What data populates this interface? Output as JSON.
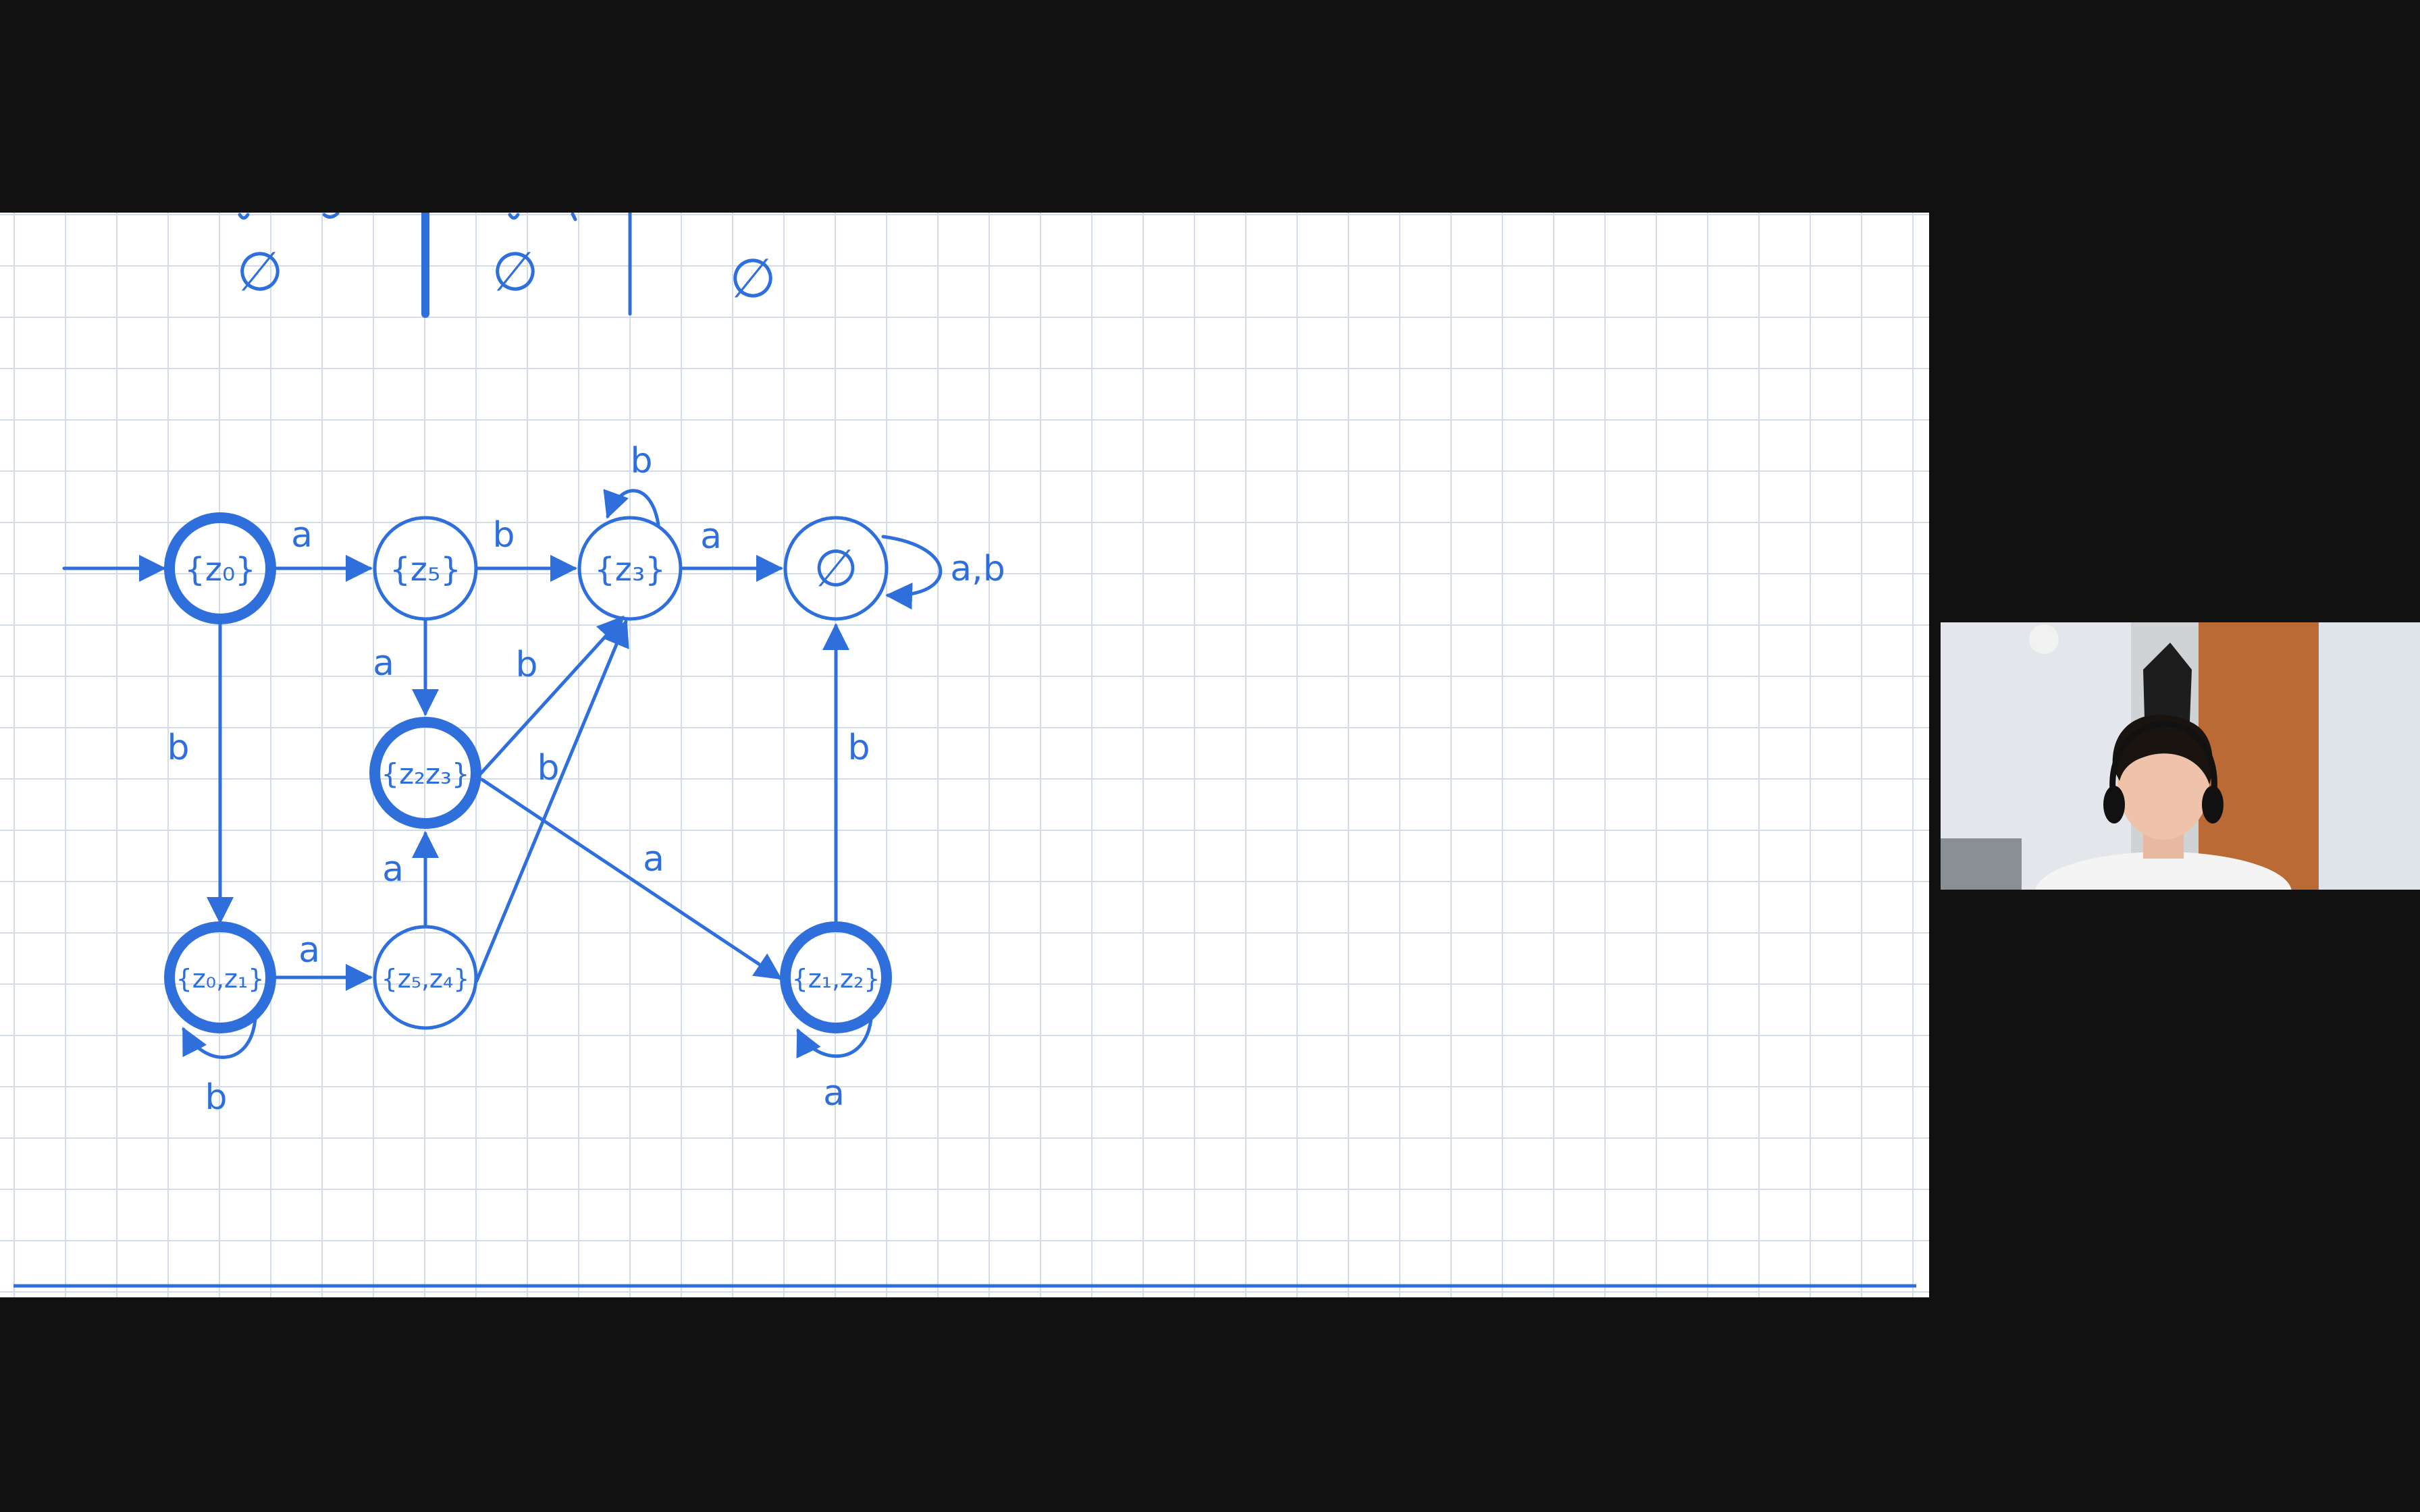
{
  "states": [
    {
      "id": "z0",
      "label": "{z₀}",
      "accepting": true,
      "start": true
    },
    {
      "id": "z5",
      "label": "{z₅}",
      "accepting": false
    },
    {
      "id": "z3",
      "label": "{z₃}",
      "accepting": false
    },
    {
      "id": "empty",
      "label": "∅",
      "accepting": false
    },
    {
      "id": "z2z3",
      "label": "{z₂z₃}",
      "accepting": true
    },
    {
      "id": "z0z1",
      "label": "{z₀,z₁}",
      "accepting": true
    },
    {
      "id": "z5z4",
      "label": "{z₅,z₄}",
      "accepting": false
    },
    {
      "id": "z1z2",
      "label": "{z₁,z₂}",
      "accepting": true
    }
  ],
  "transitions": [
    {
      "from": "z0",
      "to": "z5",
      "label": "a"
    },
    {
      "from": "z5",
      "to": "z3",
      "label": "b"
    },
    {
      "from": "z3",
      "to": "z3",
      "label": "b"
    },
    {
      "from": "z3",
      "to": "empty",
      "label": "a"
    },
    {
      "from": "empty",
      "to": "empty",
      "label": "a,b"
    },
    {
      "from": "z5",
      "to": "z2z3",
      "label": "a"
    },
    {
      "from": "z0",
      "to": "z0z1",
      "label": "b"
    },
    {
      "from": "z2z3",
      "to": "z3",
      "label": "b"
    },
    {
      "from": "z5z4",
      "to": "z3",
      "label": "b"
    },
    {
      "from": "z2z3",
      "to": "z1z2",
      "label": "a"
    },
    {
      "from": "z1z2",
      "to": "empty",
      "label": "b"
    },
    {
      "from": "z0z1",
      "to": "z5z4",
      "label": "a"
    },
    {
      "from": "z5z4",
      "to": "z2z3",
      "label": "a"
    },
    {
      "from": "z0z1",
      "to": "z0z1",
      "label": "b"
    },
    {
      "from": "z1z2",
      "to": "z1z2",
      "label": "a"
    }
  ],
  "table_remnant": {
    "empty_marks": [
      "∅",
      "∅",
      "∅"
    ]
  },
  "colors": {
    "ink": "#2f6fdc",
    "grid": "#d3dde9",
    "background": "#111111",
    "paper": "#ffffff"
  }
}
